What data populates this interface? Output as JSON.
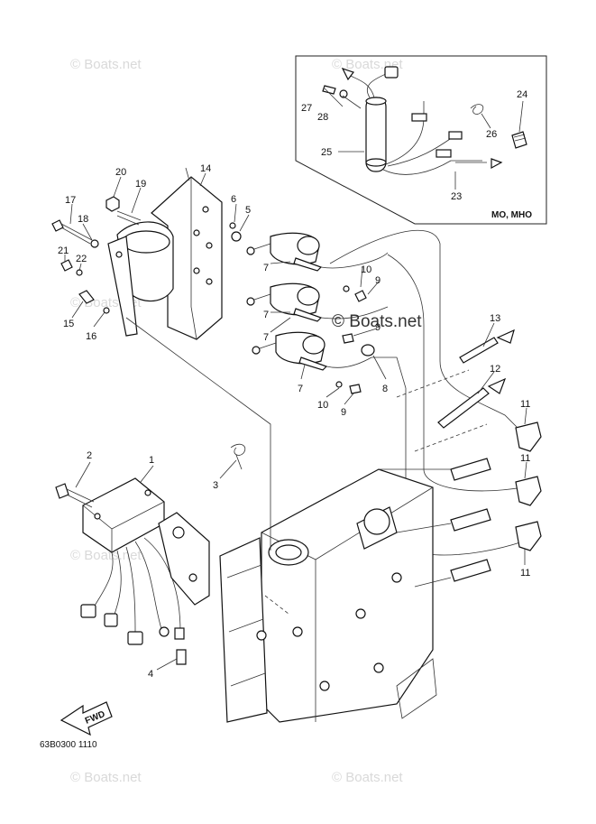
{
  "watermark": "© Boats.net",
  "watermark_center": "© Boats.net",
  "inset_label": "MO, MHO",
  "diagram_code": "63B0300 1110",
  "fwd_label": "FWD",
  "callouts": {
    "c1": "1",
    "c2": "2",
    "c3": "3",
    "c4": "4",
    "c5": "5",
    "c6": "6",
    "c7a": "7",
    "c7b": "7",
    "c7c": "7",
    "c7d": "7",
    "c8": "8",
    "c9a": "9",
    "c9b": "9",
    "c9c": "9",
    "c10a": "10",
    "c10b": "10",
    "c11a": "11",
    "c11b": "11",
    "c11c": "11",
    "c12": "12",
    "c13": "13",
    "c14": "14",
    "c15": "15",
    "c16": "16",
    "c17": "17",
    "c18": "18",
    "c19": "19",
    "c20": "20",
    "c21": "21",
    "c22": "22",
    "c23": "23",
    "c24": "24",
    "c25": "25",
    "c26": "26",
    "c27": "27",
    "c28": "28"
  }
}
